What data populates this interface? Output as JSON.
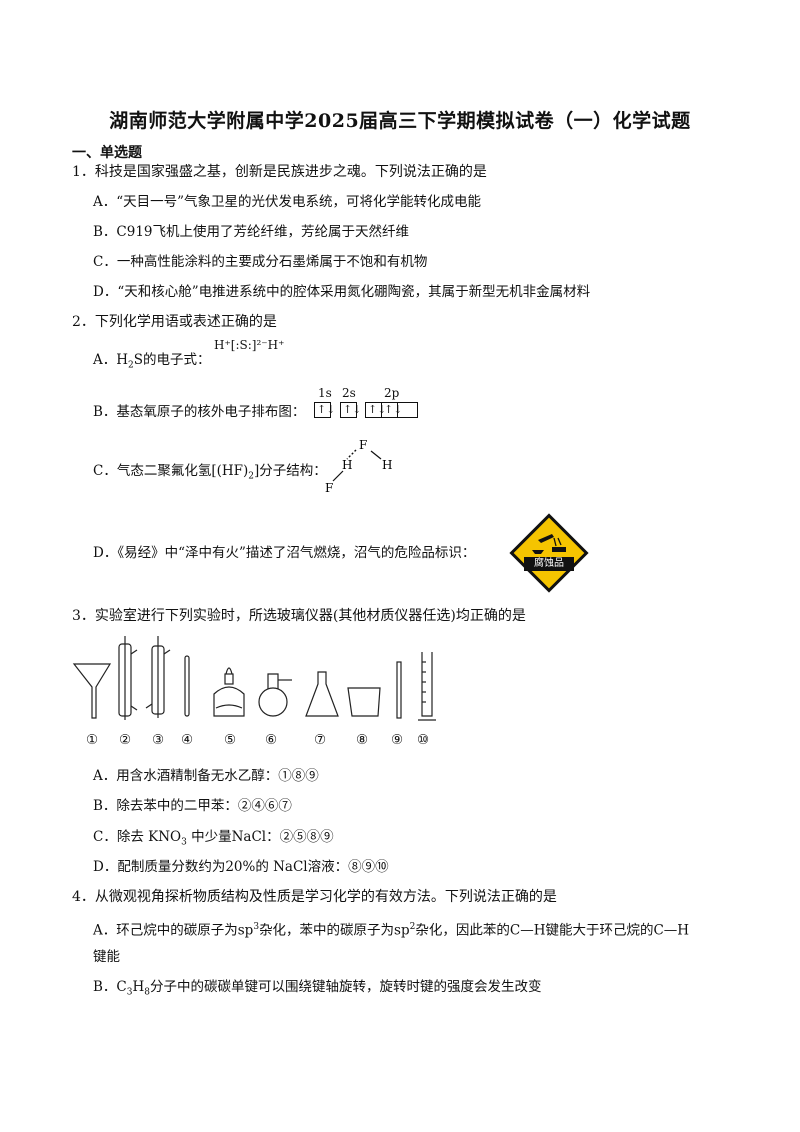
{
  "title": "湖南师范大学附属中学2025届高三下学期模拟试卷（一）化学试题",
  "section": "一、单选题",
  "q1": {
    "stem": "1．科技是国家强盛之基，创新是民族进步之魂。下列说法正确的是",
    "a": "A．“天目一号”气象卫星的光伏发电系统，可将化学能转化成电能",
    "b": "B．C919飞机上使用了芳纶纤维，芳纶属于天然纤维",
    "c": "C．一种高性能涂料的主要成分石墨烯属于不饱和有机物",
    "d": "D．“天和核心舱”电推进系统中的腔体采用氮化硼陶瓷，其属于新型无机非金属材料"
  },
  "q2": {
    "stem": "2．下列化学用语或表述正确的是",
    "a_prefix": "A．H",
    "a_sub": "2",
    "a_rest": "S的电子式：",
    "a_formula": "H⁺[:S:]²⁻H⁺",
    "b_text": "B．基态氧原子的核外电子排布图：",
    "b_labels": [
      "1s",
      "2s",
      "2p"
    ],
    "c_text_1": "C．气态二聚氟化氢[(HF)",
    "c_sub": "2",
    "c_text_2": "]分子结构：",
    "c_atoms": [
      "F",
      "H",
      "H",
      "F"
    ],
    "d_text": "D．《易经》中“泽中有火”描述了沼气燃烧，沼气的危险品标识：",
    "d_sign": "腐蚀品",
    "d_sign_color": "#f5c400"
  },
  "q3": {
    "stem": "3．实验室进行下列实验时，所选玻璃仪器(其他材质仪器任选)均正确的是",
    "labels": [
      "①",
      "②",
      "③",
      "④",
      "⑤",
      "⑥",
      "⑦",
      "⑧",
      "⑨",
      "⑩"
    ],
    "a": "A．用含水酒精制备无水乙醇：①⑧⑨",
    "b": "B．除去苯中的二甲苯：②④⑥⑦",
    "c_1": "C．除去 KNO",
    "c_sub": "3",
    "c_2": " 中少量NaCl：②⑤⑧⑨",
    "d": "D．配制质量分数约为20%的 NaCl溶液：⑧⑨⑩"
  },
  "q4": {
    "stem": "4．从微观视角探析物质结构及性质是学习化学的有效方法。下列说法正确的是",
    "a_1": "A．环己烷中的碳原子为sp",
    "a_sup1": "3",
    "a_2": "杂化，苯中的碳原子为sp",
    "a_sup2": "2",
    "a_3": "杂化，因此苯的C—H键能大于环己烷的C—H",
    "a_4": "键能",
    "b_1": "B．C",
    "b_sub1": "3",
    "b_2": "H",
    "b_sub2": "8",
    "b_3": "分子中的碳碳单键可以围绕键轴旋转，旋转时键的强度会发生改变"
  }
}
